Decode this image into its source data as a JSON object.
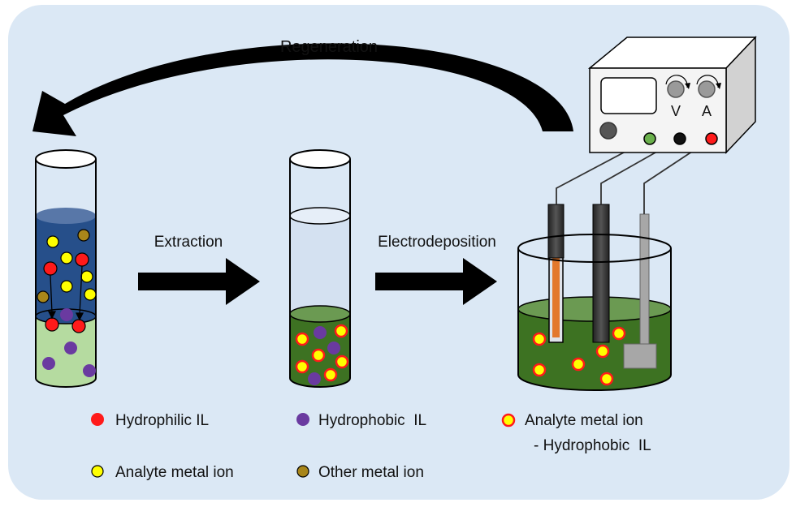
{
  "labels": {
    "regeneration": "Regeneration",
    "extraction": "Extraction",
    "electrodeposition": "Electrodeposition"
  },
  "power_supply": {
    "voltage_label": "V",
    "current_label": "A"
  },
  "legend": {
    "hydrophilic_il": "Hydrophilic IL",
    "hydrophobic_il": "Hydrophobic  IL",
    "analyte_hydrophobic_line1": "Analyte metal ion",
    "analyte_hydrophobic_line2": "- Hydrophobic  IL",
    "analyte_metal_ion": "Analyte metal ion",
    "other_metal_ion": "Other metal ion"
  },
  "colors": {
    "panel_bg": "#dbe8f5",
    "hydrophilic_red": "#ff1a1a",
    "hydrophobic_purple": "#6a3aa0",
    "analyte_yellow": "#ffff00",
    "other_brown": "#a8861a",
    "organic_blue": "#264f8a",
    "aqueous_green": "#b5dba0",
    "bath_green": "#3d7222"
  }
}
